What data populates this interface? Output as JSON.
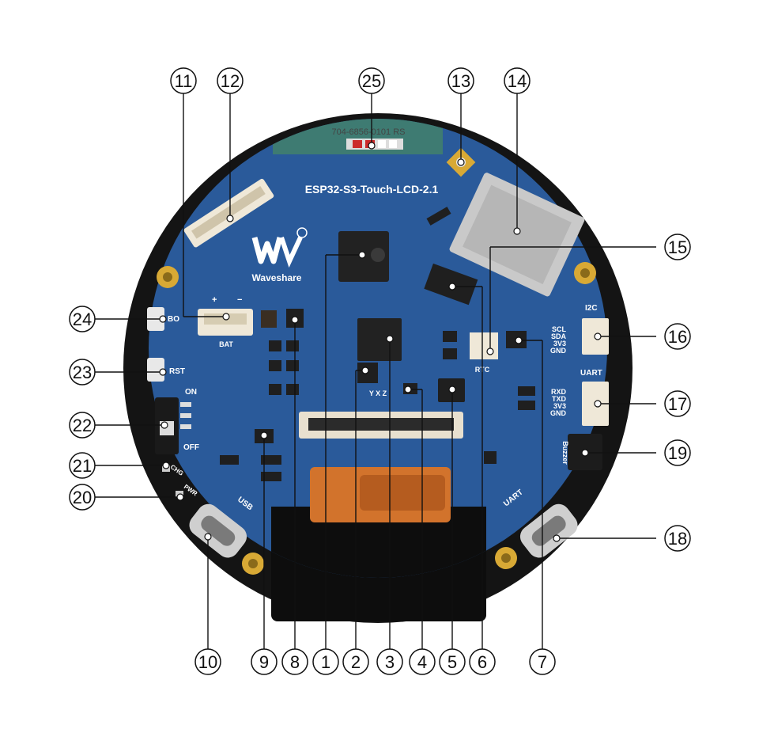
{
  "board": {
    "title": "ESP32-S3-Touch-LCD-2.1",
    "brand": "Waveshare",
    "part_code": "704-6856-0101 RS",
    "colors": {
      "pcb": "#2a5a9a",
      "pcb_dark": "#1d4478",
      "bezel": "#141414",
      "silk": "#ffffff",
      "gold": "#d8a935",
      "chip": "#222222"
    }
  },
  "silkscreen": {
    "bat": "BAT",
    "plus": "+",
    "minus": "−",
    "boot": "BO",
    "rst": "RST",
    "on": "ON",
    "off": "OFF",
    "chg": "CHG",
    "pwr": "PWR",
    "usb": "USB",
    "uart_c": "UART",
    "rtc": "RTC",
    "i2c": "I2C",
    "i2c_pins": [
      "SCL",
      "SDA",
      "3V3",
      "GND"
    ],
    "uart": "UART",
    "uart_pins": [
      "RXD",
      "TXD",
      "3V3",
      "GND"
    ],
    "buzzer": "Buzzer",
    "axes": "Y  X  Z"
  },
  "callouts": [
    {
      "label": "1"
    },
    {
      "label": "2"
    },
    {
      "label": "3"
    },
    {
      "label": "4"
    },
    {
      "label": "5"
    },
    {
      "label": "6"
    },
    {
      "label": "7"
    },
    {
      "label": "8"
    },
    {
      "label": "9"
    },
    {
      "label": "10"
    },
    {
      "label": "11"
    },
    {
      "label": "12"
    },
    {
      "label": "13"
    },
    {
      "label": "14"
    },
    {
      "label": "15"
    },
    {
      "label": "16"
    },
    {
      "label": "17"
    },
    {
      "label": "18"
    },
    {
      "label": "19"
    },
    {
      "label": "20"
    },
    {
      "label": "21"
    },
    {
      "label": "22"
    },
    {
      "label": "23"
    },
    {
      "label": "24"
    },
    {
      "label": "25"
    }
  ]
}
